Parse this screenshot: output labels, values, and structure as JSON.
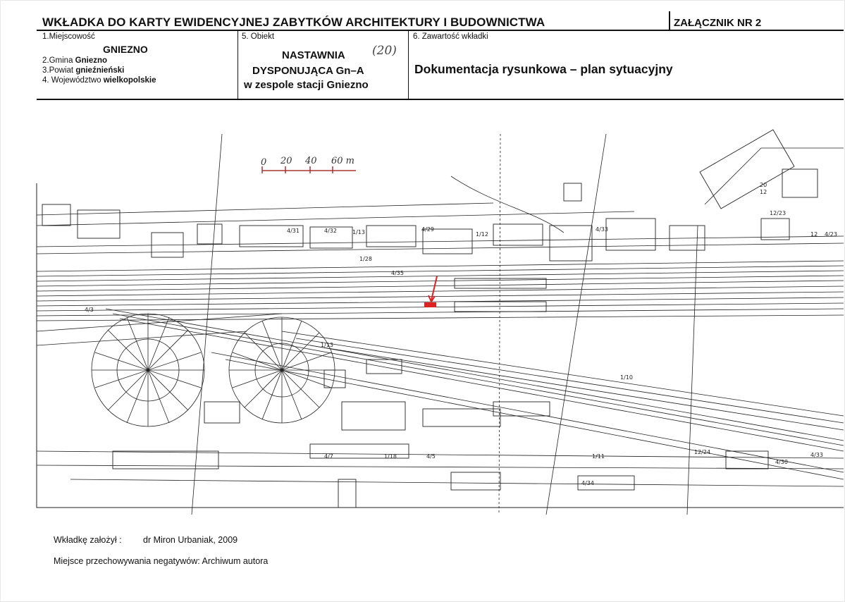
{
  "header": {
    "title": "WKŁADKA DO KARTY EWIDENCYJNEJ ZABYTKÓW ARCHITEKTURY I BUDOWNICTWA",
    "annex": "ZAŁĄCZNIK NR 2"
  },
  "location": {
    "label": "1.Miejscowość",
    "value": "GNIEZNO",
    "gmina_label": "2.Gmina",
    "gmina_value": "Gniezno",
    "powiat_label": "3.Powiat",
    "powiat_value": "gnieźnieński",
    "woj_label": "4. Województwo",
    "woj_value": "wielkopolskie"
  },
  "object": {
    "label": "5. Obiekt",
    "line1": "NASTAWNIA",
    "number": "(20)",
    "line2": "DYSPONUJĄCA Gn–A",
    "line3": "w zespole stacji Gniezno"
  },
  "contents": {
    "label": "6. Zawartość wkładki",
    "value": "Dokumentacja rysunkowa – plan sytuacyjny"
  },
  "map": {
    "scale_ticks": [
      "0",
      "20",
      "40",
      "60 m"
    ],
    "labels": [
      "4/31",
      "4/32",
      "1/13",
      "4/29",
      "1/12",
      "4/33",
      "4/35",
      "1/28",
      "1/13",
      "1/10",
      "1/11",
      "4/34",
      "12/24",
      "12/23",
      "12",
      "20",
      "12",
      "4/23",
      "4/7",
      "1/18",
      "4/5",
      "4/3",
      "4/30",
      "4/33"
    ]
  },
  "footer": {
    "author_label": "Wkładkę założył :",
    "author_value": "dr Miron Urbaniak, 2009",
    "storage": "Miejsce przechowywania negatywów: Archiwum autora"
  }
}
